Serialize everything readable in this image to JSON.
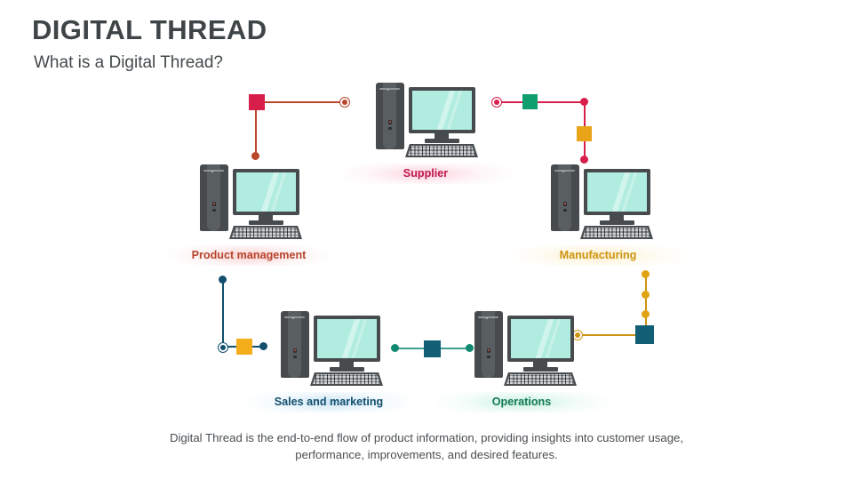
{
  "header": {
    "title": "DIGITAL THREAD",
    "subtitle": "What is a Digital Thread?"
  },
  "footer": {
    "text": "Digital Thread is the end-to-end flow of product information, providing insights into customer usage, performance, improvements, and desired features."
  },
  "nodes": [
    {
      "id": "supplier",
      "label": "Supplier",
      "label_color": "#c2184b",
      "glow": "rose"
    },
    {
      "id": "product-management",
      "label": "Product management",
      "label_color": "#b8442c",
      "glow": "pink"
    },
    {
      "id": "manufacturing",
      "label": "Manufacturing",
      "label_color": "#cf9411",
      "glow": "gold"
    },
    {
      "id": "sales-and-marketing",
      "label": "Sales and marketing",
      "label_color": "#12506e",
      "glow": "blue"
    },
    {
      "id": "operations",
      "label": "Operations",
      "label_color": "#147a52",
      "glow": "mint"
    }
  ],
  "palette": {
    "title_text": "#3f4447",
    "subtitle_text": "#44494c",
    "footer_text": "#4a4f53",
    "crimson": "#d81e4a",
    "brick": "#b8472c",
    "orange": "#e8a317",
    "gold": "#cf9411",
    "green": "#0f9e6e",
    "teal_dark": "#125f75",
    "navy": "#12506e",
    "teal_line": "#3f9f90",
    "screen": "#b0ece0",
    "tower": "#474b4d",
    "background": "#ffffff"
  },
  "connectors": [
    {
      "id": "product-to-supplier",
      "color": "#b8472c",
      "shapes": "square-crimson, line, donut, line-down, dot"
    },
    {
      "id": "supplier-to-manufacturing",
      "color": "#d81e4a",
      "shapes": "donut, square-green, line, dot, line-down, square-orange, dot"
    },
    {
      "id": "product-to-sales",
      "color": "#12506e",
      "shapes": "dot, line-down, donut, line, square-orange, dot"
    },
    {
      "id": "sales-to-operations",
      "color": "#3f9f90",
      "shapes": "dot, line, square-teal, line, dot"
    },
    {
      "id": "manufacturing-to-operations",
      "color": "#cf9411",
      "shapes": "dot, line-down, dot, dot, square-teal, line, donut"
    }
  ]
}
